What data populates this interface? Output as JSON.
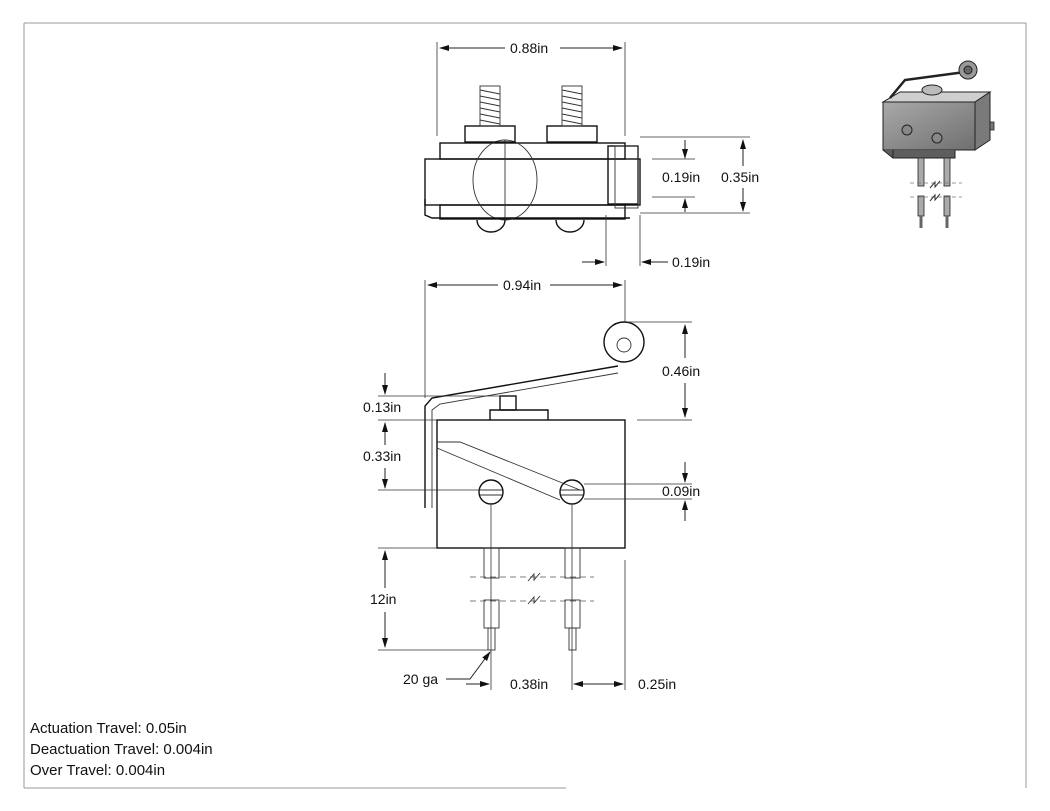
{
  "dimensions": {
    "top_width": "0.88in",
    "top_height_inner": "0.19in",
    "top_height_total": "0.35in",
    "top_lever_offset": "0.19in",
    "side_width": "0.94in",
    "roller_height": "0.46in",
    "actuator_height": "0.13in",
    "body_height": "0.33in",
    "mount_hole_offset": "0.09in",
    "lead_length": "12in",
    "wire_gauge": "20 ga",
    "lead_spacing": "0.38in",
    "lead_edge_offset": "0.25in"
  },
  "notes": {
    "actuation": "Actuation Travel: 0.05in",
    "deactuation": "Deactuation Travel: 0.004in",
    "over_travel": "Over Travel: 0.004in"
  }
}
